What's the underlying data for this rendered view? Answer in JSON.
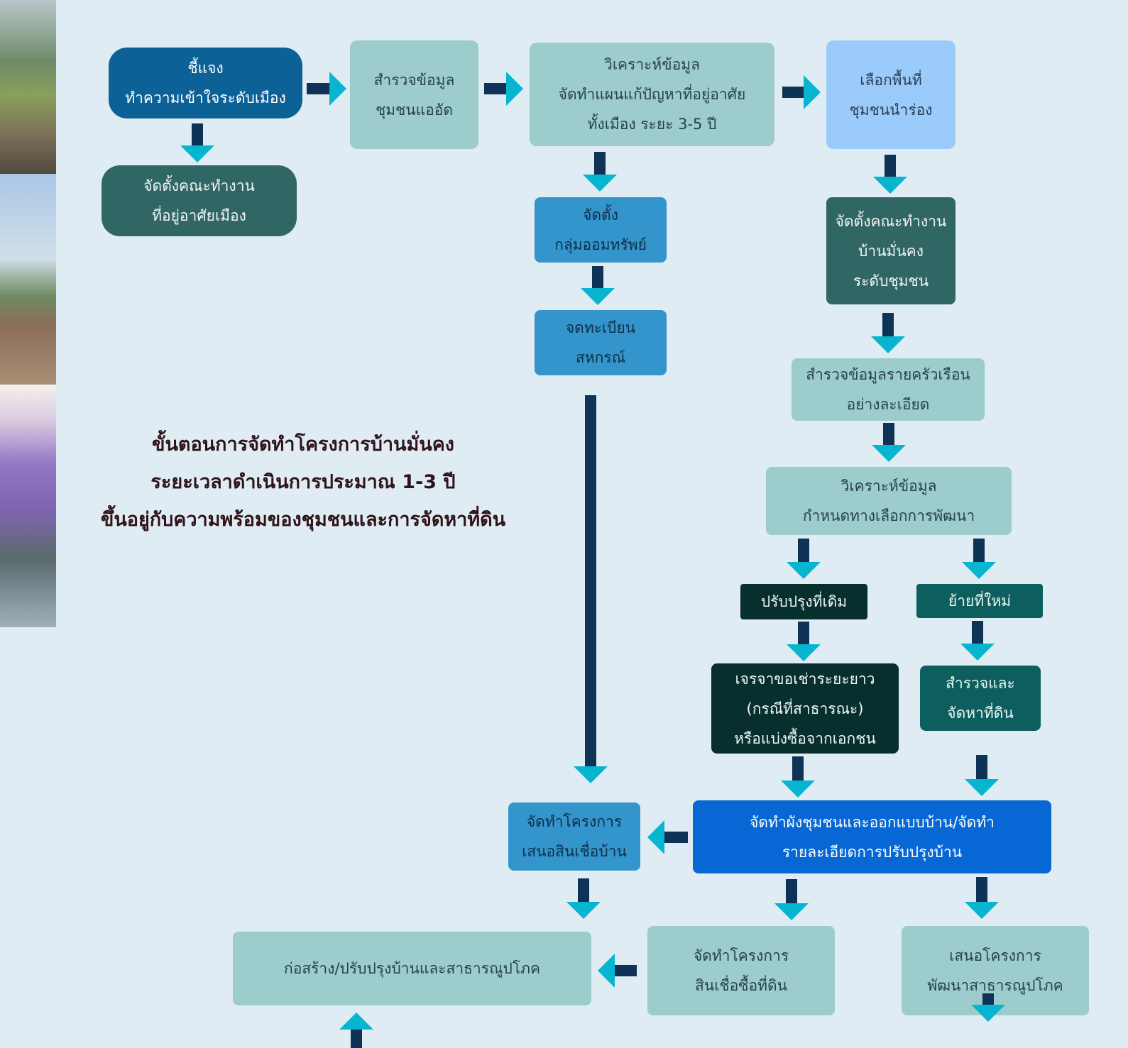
{
  "diagram": {
    "nodes": {
      "explain": "ชี้แจง\nทำความเข้าใจระดับเมือง",
      "city_committee": "จัดตั้งคณะทำงาน\nที่อยู่อาศัยเมือง",
      "survey": "สำรวจข้อมูล\nชุมชนแออัด",
      "analysis_plan": "วิเคราะห์ข้อมูล\nจัดทำแผนแก้ปัญหาที่อยู่อาศัย\nทั้งเมือง ระยะ 3-5 ปี",
      "pilot": "เลือกพื้นที่\nชุมชนนำร่อง",
      "savings_group": "จัดตั้ง\nกลุ่มออมทรัพย์",
      "cooperative": "จดทะเบียน\nสหกรณ์",
      "community_committee": "จัดตั้งคณะทำงาน\nบ้านมั่นคง\nระดับชุมชน",
      "household_survey": "สำรวจข้อมูลรายครัวเรือน\nอย่างละเอียด",
      "options_analysis": "วิเคราะห์ข้อมูล\nกำหนดทางเลือกการพัฒนา",
      "upgrade_site": "ปรับปรุงที่เดิม",
      "relocate": "ย้ายที่ใหม่",
      "negotiate": "เจรจาขอเช่าระยะยาว\n(กรณีที่สาธารณะ)\nหรือแบ่งซื้อจากเอกชน",
      "survey_land": "สำรวจและ\nจัดหาที่ดิน",
      "layout_design": "จัดทำผังชุมชนและออกแบบบ้าน/จัดทำ\nรายละเอียดการปรับปรุงบ้าน",
      "housing_loan": "จัดทำโครงการ\nเสนอสินเชื่อบ้าน",
      "land_loan": "จัดทำโครงการ\nสินเชื่อซื้อที่ดิน",
      "utilities": "เสนอโครงการ\nพัฒนาสาธารณูปโภค",
      "construct": "ก่อสร้าง/ปรับปรุงบ้านและสาธารณูปโภค"
    },
    "title_lines": [
      "ขั้นตอนการจัดทำโครงการบ้านมั่นคง",
      "ระยะเวลาดำเนินการประมาณ 1-3 ปี",
      "ขึ้นอยู่กับความพร้อมของชุมชนและการจัดหาที่ดิน"
    ],
    "colors": {
      "background": "#dfecf3",
      "arrow_shaft": "#0f3356",
      "arrow_head": "#08b5d0",
      "title_text": "#2f1318"
    }
  }
}
